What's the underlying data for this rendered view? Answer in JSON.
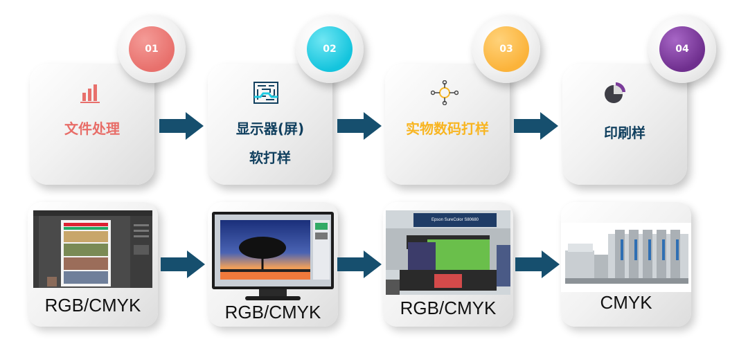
{
  "steps": [
    {
      "number": "01",
      "title_line1": "文件处理",
      "title_line2": "",
      "color": "#e8706c",
      "title_color": "#e86d68",
      "icon": "bar-chart-icon"
    },
    {
      "number": "02",
      "title_line1": "显示器(屏)",
      "title_line2": "软打样",
      "color": "#1ccbe2",
      "title_color": "#103f5e",
      "icon": "maze-icon"
    },
    {
      "number": "03",
      "title_line1": "实物数码打样",
      "title_line2": "",
      "color": "#fbb33a",
      "title_color": "#f8b521",
      "icon": "network-icon"
    },
    {
      "number": "04",
      "title_line1": "印刷样",
      "title_line2": "",
      "color": "#7b3c9a",
      "title_color": "#103f5e",
      "icon": "pie-chart-icon"
    }
  ],
  "images": [
    {
      "caption": "RGB/CMYK",
      "subject": "software-screenshot"
    },
    {
      "caption": "RGB/CMYK",
      "subject": "monitor-sunset-tree"
    },
    {
      "caption": "RGB/CMYK",
      "subject": "large-format-printer",
      "printer_label": "Epson SureColor S80680"
    },
    {
      "caption": "CMYK",
      "subject": "offset-printing-press"
    }
  ],
  "colors": {
    "arrow": "#164f6e",
    "accent_dark": "#103f5e"
  }
}
